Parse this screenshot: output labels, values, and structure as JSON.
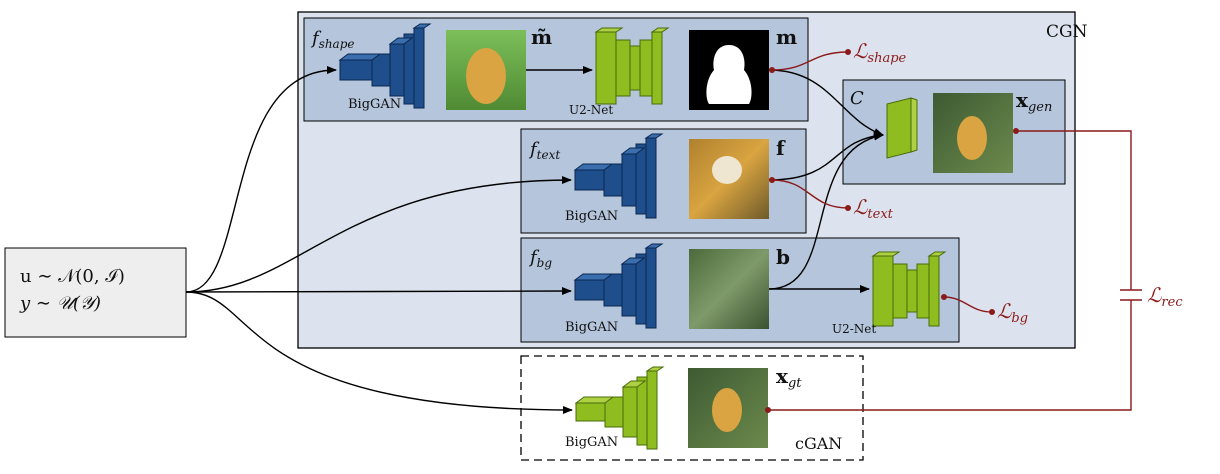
{
  "colors": {
    "outer_panel_fill": "#dde3ee",
    "inner_panel_fill": "#b5c5dc",
    "input_box_fill": "#eeeeee",
    "bigg_blue": "#1f4e8c",
    "unet_green": "#8fbc1e",
    "loss_red": "#8b1a1a",
    "arrow_black": "#000000"
  },
  "icons": {
    "monkey_shape": "monkey-sketch-image",
    "mask": "silhouette-mask-image",
    "texture": "monkey-texture-image",
    "background": "foliage-background-image",
    "generated": "generated-monkey-image",
    "ground_truth": "real-monkey-image"
  },
  "input": {
    "line1": "u ∼ 𝒩(0, ℐ)",
    "line2": "y ∼ 𝒰(𝒴)"
  },
  "cgn": {
    "title": "CGN",
    "shape": {
      "func": "f",
      "sub": "shape",
      "gen_label": "BigGAN",
      "mtilde": "m̃",
      "unet_label": "U2-Net",
      "m": "m"
    },
    "text": {
      "func": "f",
      "sub": "text",
      "gen_label": "BigGAN",
      "f": "f"
    },
    "bg": {
      "func": "f",
      "sub": "bg",
      "gen_label": "BigGAN",
      "b": "b",
      "unet_label": "U2-Net"
    },
    "composer": {
      "C": "C",
      "x": "x",
      "sub": "gen"
    }
  },
  "cgan": {
    "title": "cGAN",
    "gen_label": "BigGAN",
    "x": "x",
    "sub": "gt"
  },
  "losses": {
    "shape": {
      "L": "ℒ",
      "sub": "shape"
    },
    "text": {
      "L": "ℒ",
      "sub": "text"
    },
    "bg": {
      "L": "ℒ",
      "sub": "bg"
    },
    "rec": {
      "L": "ℒ",
      "sub": "rec"
    }
  }
}
